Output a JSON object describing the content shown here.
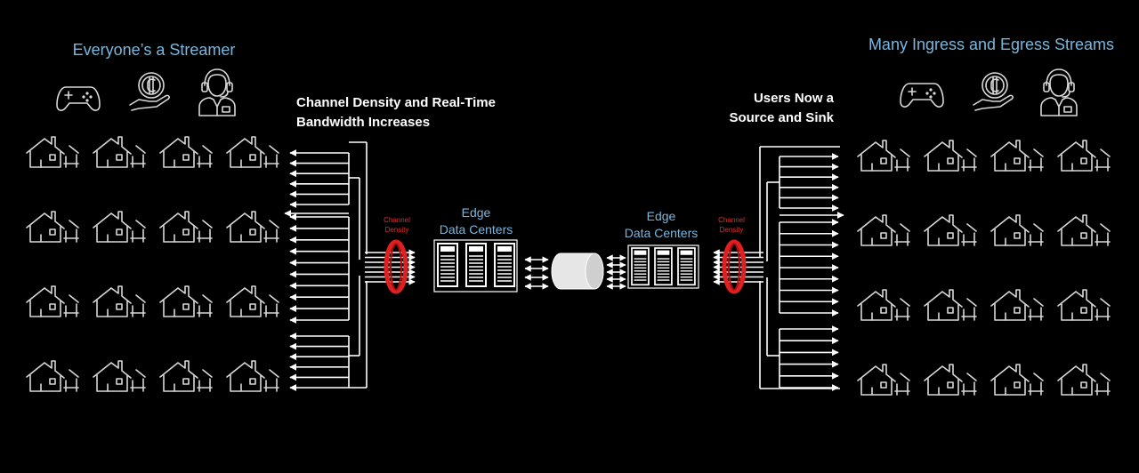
{
  "left": {
    "title": "Everyone’s a Streamer",
    "caption_line1": "Channel Density and Real-Time",
    "caption_line2": "Bandwidth Increases",
    "icons": [
      "gamepad-icon",
      "coin-hand-icon",
      "headset-agent-icon"
    ],
    "house_rows": 4,
    "house_cols": 4
  },
  "right": {
    "title": "Many Ingress and Egress Streams",
    "caption_line1": "Users Now a",
    "caption_line2": "Source and Sink",
    "icons": [
      "gamepad-icon",
      "coin-hand-icon",
      "headset-agent-icon"
    ],
    "house_rows": 4,
    "house_cols": 4
  },
  "left_density": {
    "line1": "Channel",
    "line2": "Density"
  },
  "right_density": {
    "line1": "Channel",
    "line2": "Density"
  },
  "left_edge": {
    "line1": "Edge",
    "line2": "Data Centers"
  },
  "right_edge": {
    "line1": "Edge",
    "line2": "Data Centers"
  },
  "colors": {
    "background": "#000000",
    "title": "#7ab6dc",
    "density_ring": "#e02020",
    "line": "#ffffff",
    "icon": "#d8d8d8"
  }
}
